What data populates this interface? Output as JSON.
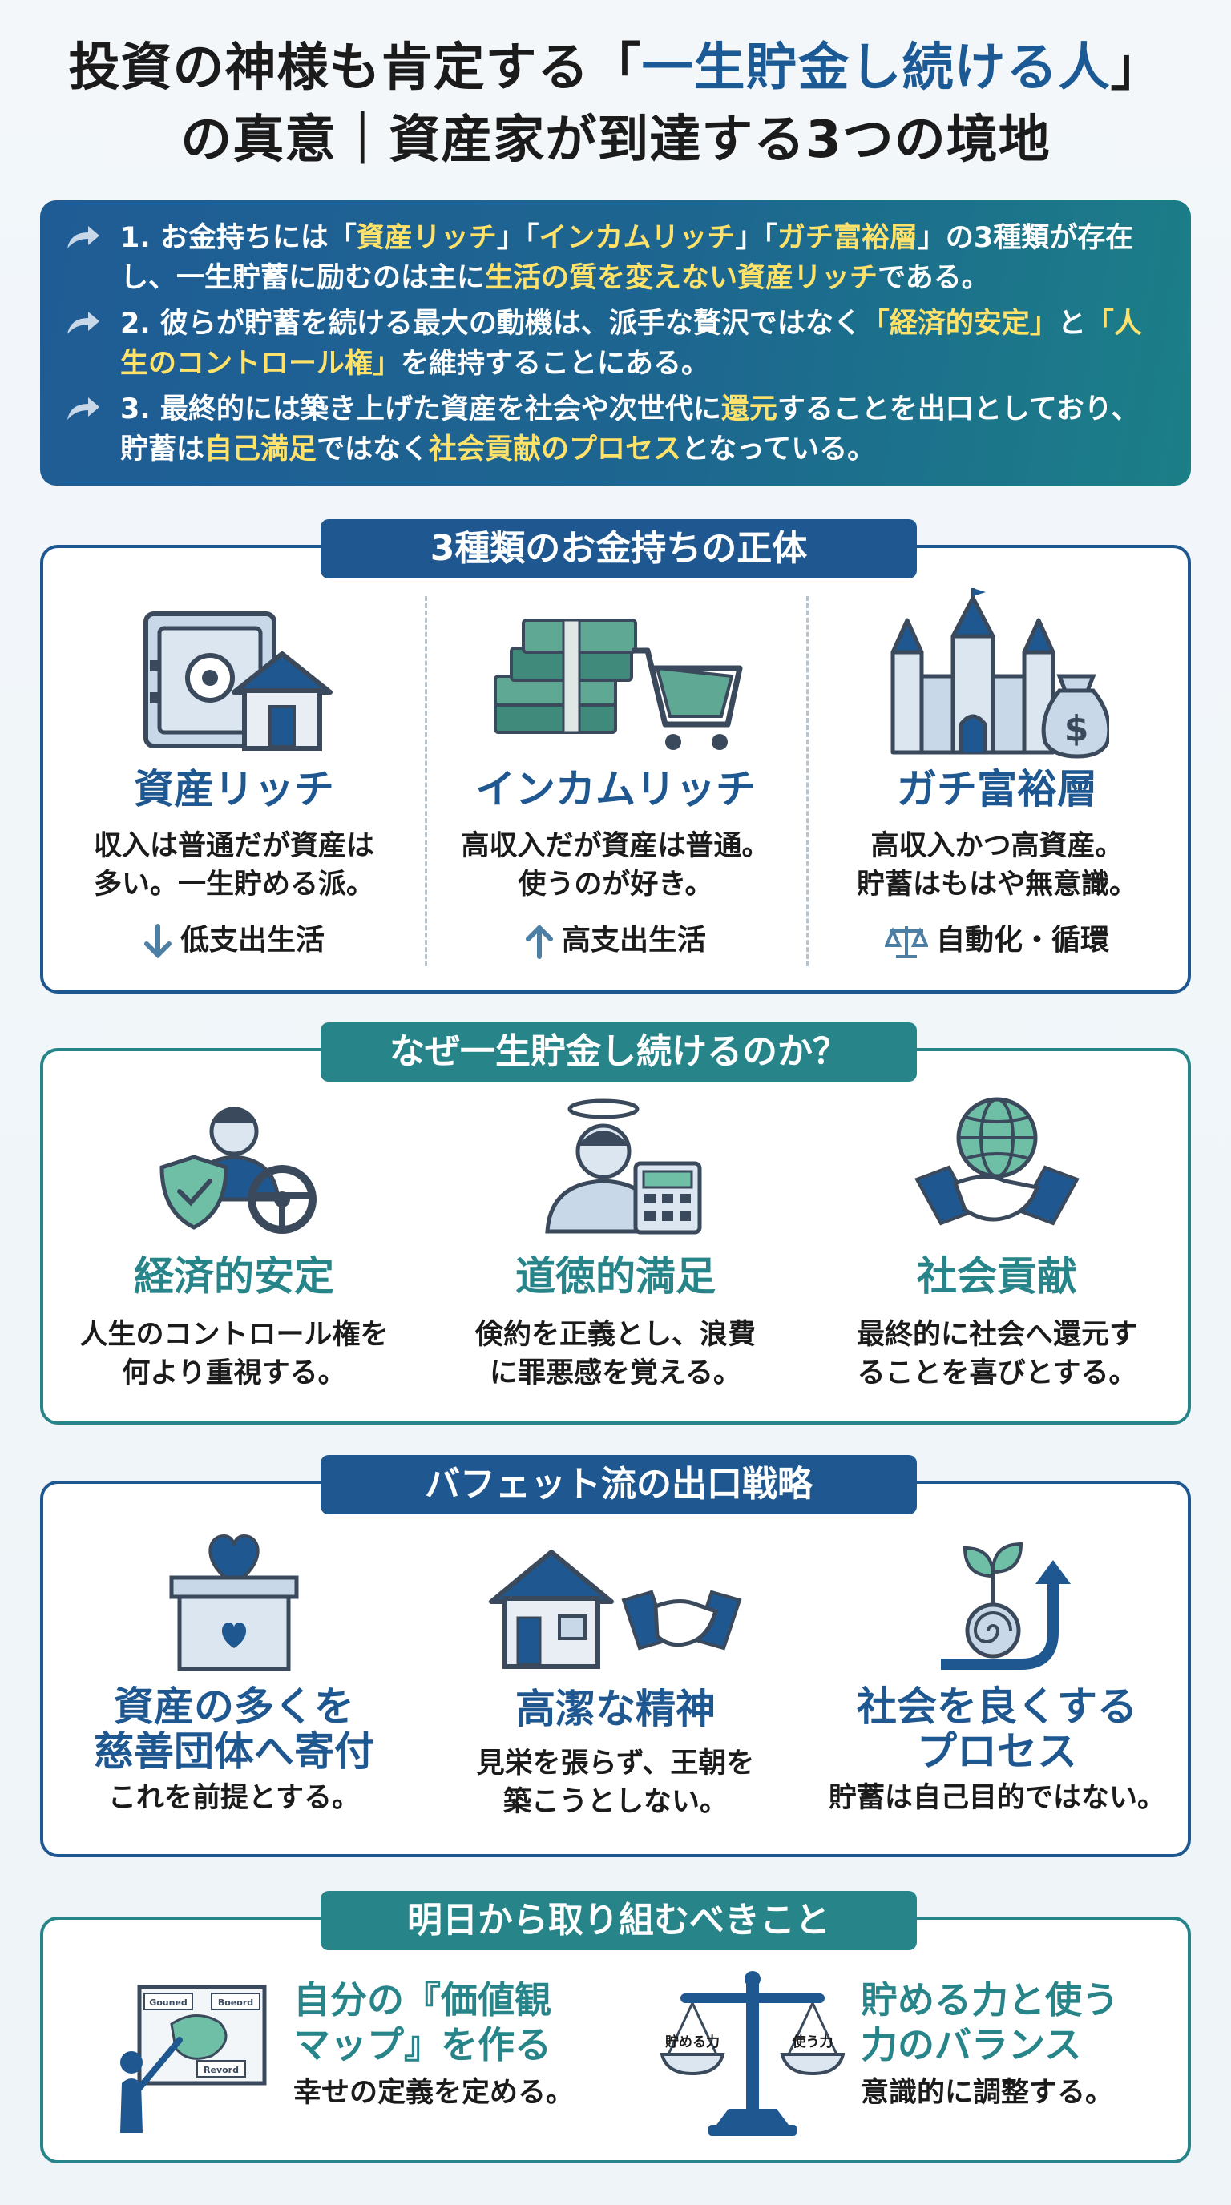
{
  "header": {
    "title_line1_pre": "投資の神様も肯定する「",
    "title_line1_hl": "一生貯金し続ける人",
    "title_line1_post": "」",
    "title_line2": "の真意｜資産家が到達する3つの境地"
  },
  "summary": {
    "items": [
      {
        "a": "1. お金持ちには「",
        "b": "資産リッチ",
        "c": "」「",
        "d": "インカムリッチ",
        "e": "」「",
        "f": "ガチ富裕層",
        "g": "」の3種類が存在し、一生貯蓄に励むのは主に",
        "h": "生活の質を変えない資産リッチ",
        "i": "である。"
      },
      {
        "a": "2. 彼らが貯蓄を続ける最大の動機は、派手な贅沢ではなく",
        "b": "「経済的安定」",
        "c": "と",
        "d": "「人生のコントロール権」",
        "e": "を維持することにある。"
      },
      {
        "a": "3. 最終的には築き上げた資産を社会や次世代に",
        "b": "還元",
        "c": "することを出口としており、貯蓄は",
        "d": "自己満足",
        "e": "ではなく",
        "f": "社会貢献のプロセス",
        "g": "となっている。"
      }
    ]
  },
  "section1": {
    "title": "3種類のお金持ちの正体",
    "cols": [
      {
        "name": "資産リッチ",
        "desc1": "収入は普通だが資産は",
        "desc2": "多い。一生貯める派。",
        "foot": "低支出生活",
        "foot_icon": "arrow-down-icon"
      },
      {
        "name": "インカムリッチ",
        "desc1": "高収入だが資産は普通。",
        "desc2": "使うのが好き。",
        "foot": "高支出生活",
        "foot_icon": "arrow-up-icon"
      },
      {
        "name": "ガチ富裕層",
        "desc1": "高収入かつ高資産。",
        "desc2": "貯蓄はもはや無意識。",
        "foot": "自動化・循環",
        "foot_icon": "scale-icon"
      }
    ]
  },
  "section2": {
    "title": "なぜ一生貯金し続けるのか？",
    "cols": [
      {
        "name": "経済的安定",
        "desc1": "人生のコントロール権を",
        "desc2": "何より重視する。"
      },
      {
        "name": "道徳的満足",
        "desc1": "倹約を正義とし、浪費",
        "desc2": "に罪悪感を覚える。"
      },
      {
        "name": "社会貢献",
        "desc1": "最終的に社会へ還元す",
        "desc2": "ることを喜びとする。"
      }
    ]
  },
  "section3": {
    "title": "バフェット流の出口戦略",
    "cols": [
      {
        "name1": "資産の多くを",
        "name2": "慈善団体へ寄付",
        "desc1": "これを前提とする。"
      },
      {
        "name1": "高潔な精神",
        "desc1": "見栄を張らず、王朝を",
        "desc2": "築こうとしない。"
      },
      {
        "name1": "社会を良くする",
        "name2": "プロセス",
        "desc1": "貯蓄は自己目的ではない。"
      }
    ]
  },
  "section4": {
    "title": "明日から取り組むべきこと",
    "items": [
      {
        "name1": "自分の『価値観",
        "name2": "マップ』を作る",
        "desc": "幸せの定義を定める。",
        "board_labels": [
          "Gouned",
          "Boeord",
          "Revord"
        ]
      },
      {
        "name1": "貯める力と使う",
        "name2": "力のバランス",
        "desc": "意識的に調整する。",
        "scale_left": "貯める力",
        "scale_right": "使う力"
      }
    ]
  }
}
